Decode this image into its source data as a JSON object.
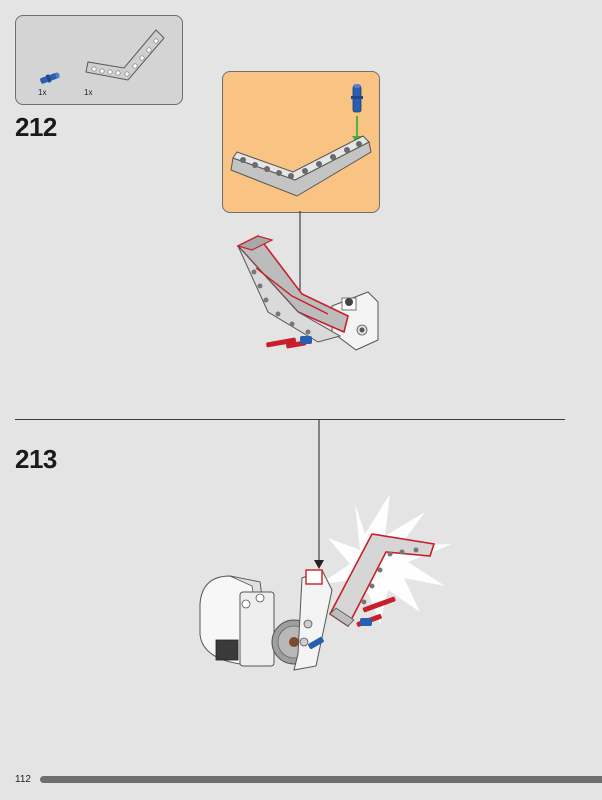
{
  "parts_list": {
    "items": [
      {
        "name": "blue-axle-pin",
        "quantity": "1x"
      },
      {
        "name": "bent-beam",
        "quantity": "1x"
      }
    ]
  },
  "steps": [
    {
      "number": "212"
    },
    {
      "number": "213"
    }
  ],
  "footer": {
    "page_number": "112",
    "progress": 1.0
  },
  "colors": {
    "background": "#e4e4e4",
    "callout": "#f9c483",
    "beam_grey": "#bdbdbd",
    "highlight_red": "#c8202a",
    "pin_blue": "#2a5fb0",
    "arrow_green": "#3fae3a"
  }
}
